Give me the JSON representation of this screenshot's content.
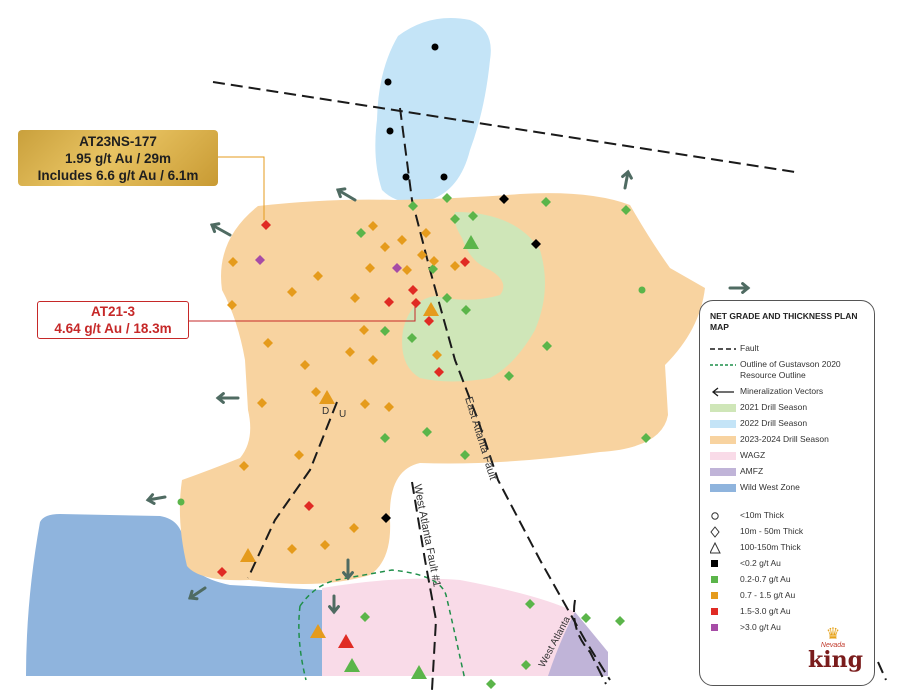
{
  "callouts": {
    "gold": {
      "line1": "AT23NS-177",
      "line2": "1.95 g/t Au / 29m",
      "line3": "Includes 6.6 g/t Au / 6.1m"
    },
    "red": {
      "line1": "AT21-3",
      "line2": "4.64 g/t Au / 18.3m"
    }
  },
  "map_labels": {
    "east_fault": "East Atlanta Fault",
    "west_fault": "West Atlanta Fault #1",
    "west_atlanta": "West Atlanta",
    "d": "D",
    "u": "U"
  },
  "legend": {
    "title": "NET GRADE AND THICKNESS PLAN MAP",
    "fault": "Fault",
    "outline": "Outline of Gustavson 2020 Resource Outline",
    "vectors": "Mineralization Vectors",
    "season_2021": "2021 Drill Season",
    "season_2022": "2022 Drill Season",
    "season_2023": "2023-2024 Drill Season",
    "wagz": "WAGZ",
    "amfz": "AMFZ",
    "wild_west": "Wild West Zone",
    "thin": "<10m Thick",
    "mid": "10m - 50m Thick",
    "thick": "100-150m Thick",
    "g1": "<0.2 g/t Au",
    "g2": "0.2-0.7 g/t Au",
    "g3": "0.7 - 1.5 g/t Au",
    "g4": "1.5-3.0 g/t Au",
    "g5": ">3.0 g/t Au"
  },
  "logo": {
    "top": "Nevada",
    "main": "king"
  },
  "colors": {
    "season_2021": "#cfe6b8",
    "season_2022": "#c4e4f7",
    "season_2023": "#f8d3a0",
    "wagz": "#f9dbe8",
    "amfz": "#c0b4d8",
    "wild_west": "#8fb4dd",
    "grade_lt02": "#000000",
    "grade_02_07": "#5bb54a",
    "grade_07_15": "#e59b1c",
    "grade_15_30": "#e02b24",
    "grade_gt30": "#a64ca6",
    "arrow": "#4f6b62"
  }
}
